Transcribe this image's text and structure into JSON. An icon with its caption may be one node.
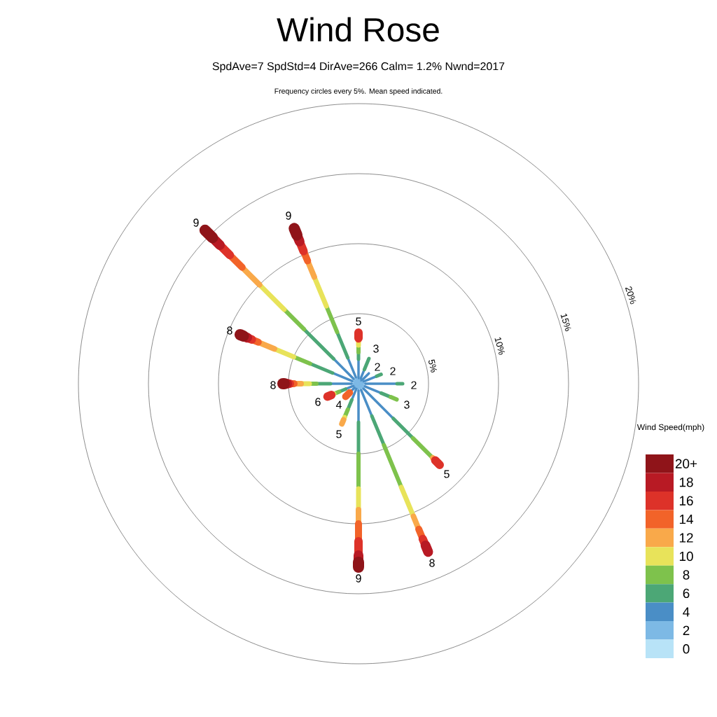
{
  "diagram": {
    "title": "Wind Rose",
    "labels": [
      "SpdAve=7  SpdStd=4  DirAve=266   Calm= 1.2%  Nwnd=2017",
      "Frequency circles every 5%. Mean speed indicated.",
      "9",
      "9",
      "5",
      "8",
      "3",
      "2",
      "2",
      "8",
      "2",
      "6",
      "4",
      "3",
      "5",
      "5",
      "8",
      "9",
      "5%",
      "10%",
      "15%",
      "20%",
      "Wind Speed(mph)"
    ],
    "legend": [
      {
        "text": "20+",
        "color": "#8f1419"
      },
      {
        "text": "18",
        "color": "#b81a24"
      },
      {
        "text": "16",
        "color": "#dd3229"
      },
      {
        "text": "14",
        "color": "#f26329"
      },
      {
        "text": "12",
        "color": "#f9a94a"
      },
      {
        "text": "10",
        "color": "#e8e35a"
      },
      {
        "text": "8",
        "color": "#7ec24c"
      },
      {
        "text": "6",
        "color": "#4ca776"
      },
      {
        "text": "4",
        "color": "#4a8ec6"
      },
      {
        "text": "2",
        "color": "#7db9e5"
      },
      {
        "text": "0",
        "color": "#b8e3f7"
      }
    ]
  }
}
